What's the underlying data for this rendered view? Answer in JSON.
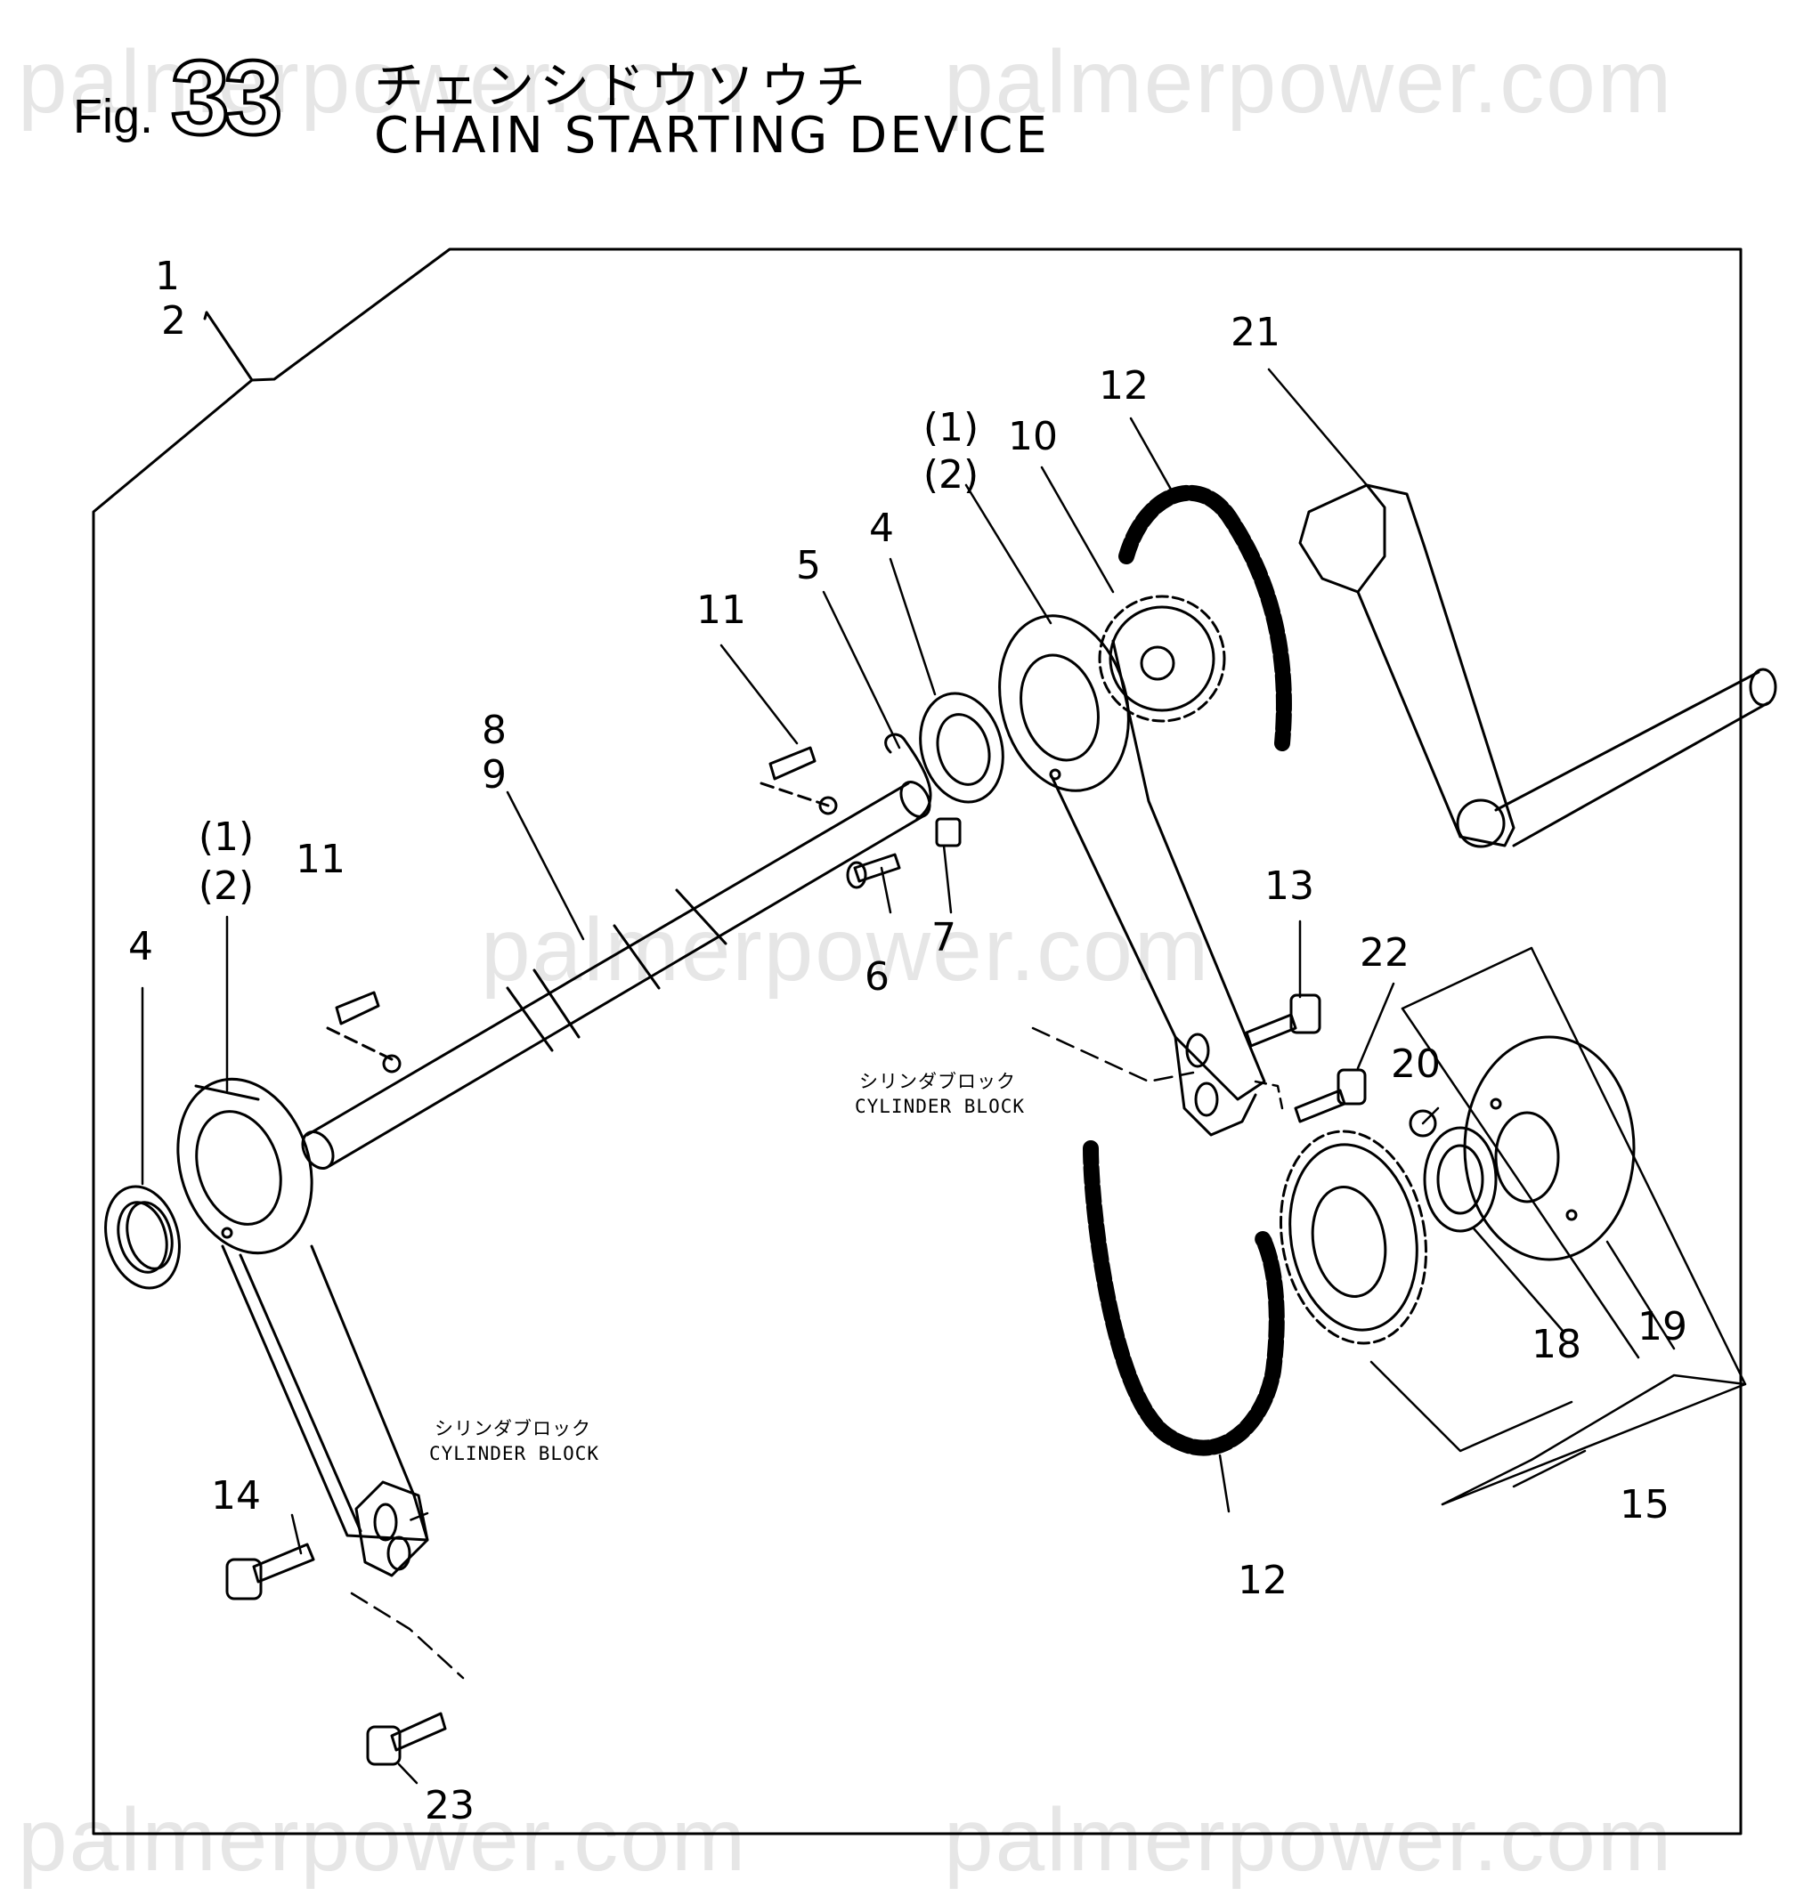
{
  "watermark": "palmerpower.com",
  "header": {
    "fig_label": "Fig.",
    "fig_number": "33",
    "title_jp": "チェンシドウソウチ",
    "title_en": "CHAIN STARTING DEVICE"
  },
  "callouts": {
    "c1": "1",
    "c2": "2",
    "c4a": "4",
    "c4b": "4",
    "c5": "5",
    "c6": "6",
    "c7": "7",
    "c8": "8",
    "c9": "9",
    "c10": "10",
    "c11a": "11",
    "c11b": "11",
    "c12a": "12",
    "c12b": "12",
    "c13": "13",
    "c14": "14",
    "c15": "15",
    "c18": "18",
    "c19": "19",
    "c20": "20",
    "c21": "21",
    "c22": "22",
    "c23": "23",
    "p1a": "(1)",
    "p2a": "(2)",
    "p1b": "(1)",
    "p2b": "(2)"
  },
  "notes": {
    "cyl_jp": "シリンダブロック",
    "cyl_en": "CYLINDER BLOCK"
  }
}
